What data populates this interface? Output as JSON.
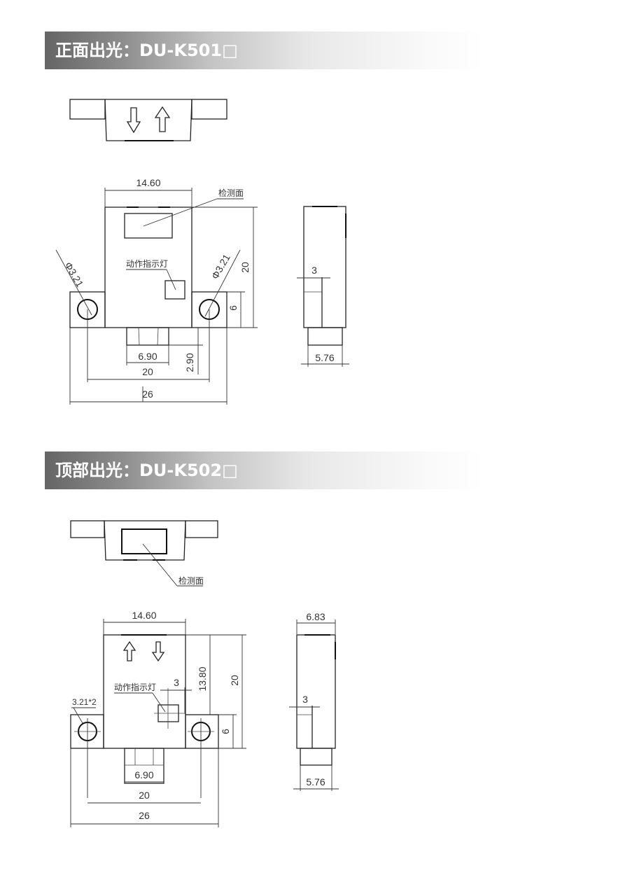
{
  "sections": [
    {
      "title": "正面出光：DU-K501□",
      "top_view": {
        "arrows": [
          "down-arrow",
          "up-arrow"
        ]
      },
      "front_view": {
        "width_dim": "14.60",
        "detect_face_label": "检测面",
        "indicator_label": "动作指示灯",
        "hole_left_label": "Φ3.21",
        "hole_right_label": "Φ3.21",
        "height_dim": "20",
        "flange_height_dim": "6",
        "connector_width_dim": "6.90",
        "connector_height_dim": "2.90",
        "hole_spacing_dim": "20",
        "overall_width_dim": "26"
      },
      "side_view": {
        "offset_dim": "3",
        "bottom_width_dim": "5.76"
      }
    },
    {
      "title": "顶部出光：DU-K502□",
      "top_view": {
        "detect_face_label": "检测面"
      },
      "front_view": {
        "width_dim": "14.60",
        "arrows": [
          "up-arrow",
          "down-arrow"
        ],
        "indicator_label": "动作指示灯",
        "indicator_offset_dim": "3",
        "hole_label": "3.21*2",
        "inner_height_dim": "13.80",
        "height_dim": "20",
        "flange_height_dim": "6",
        "connector_width_dim": "6.90",
        "hole_spacing_dim": "20",
        "overall_width_dim": "26"
      },
      "side_view": {
        "top_width_dim": "6.83",
        "offset_dim": "3",
        "bottom_width_dim": "5.76"
      }
    }
  ]
}
